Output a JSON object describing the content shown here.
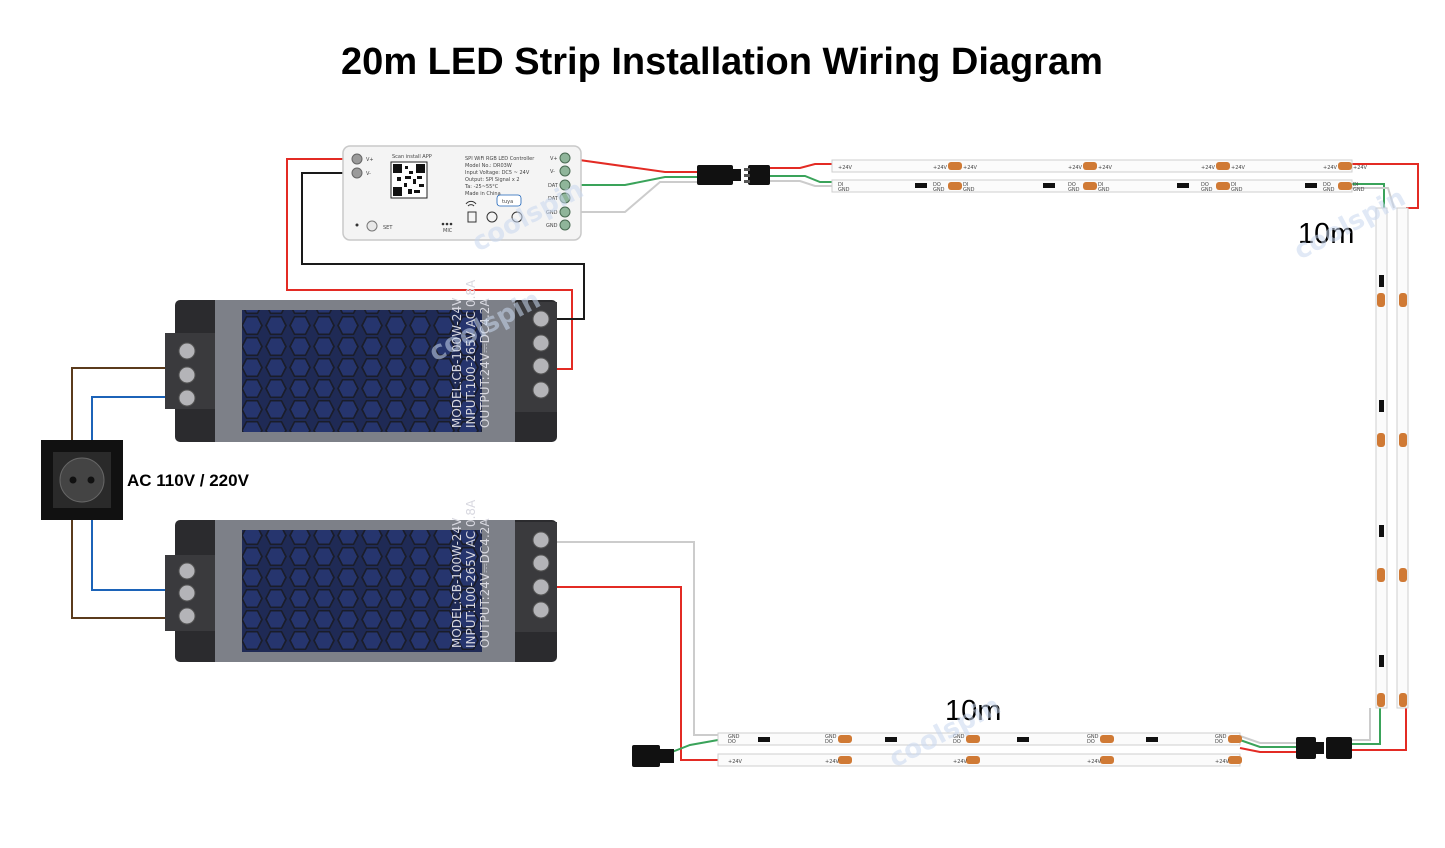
{
  "title": "20m LED Strip Installation Wiring Diagram",
  "labels": {
    "top_strip_length": "10m",
    "bottom_strip_length": "10m",
    "ac_input": "AC 110V / 220V"
  },
  "controller": {
    "scan_text": "Scan install APP",
    "lines": [
      "SPI WiFi RGB LED Controller",
      "Model No.: DR03W",
      "Input Voltage: DC5 ~ 24V",
      "Output: SPI Signal x 2",
      "Ta: -25~55°C",
      "Made in China"
    ],
    "terminals": [
      "V+",
      "V-",
      "DAT",
      "DAT",
      "GND",
      "GND"
    ],
    "set_label": "SET",
    "mic_label": "MIC",
    "brand": "tuya"
  },
  "power_supplies": [
    {
      "model": "MODEL:CB-100W-24V",
      "input": "INPUT:100-265V AC 0.8A",
      "output": "OUTPUT:24V⎓DC4.2A"
    },
    {
      "model": "MODEL:CB-100W-24V",
      "input": "INPUT:100-265V AC 0.8A",
      "output": "OUTPUT:24V⎓DC4.2A"
    }
  ],
  "strip_marks": {
    "plus": "+24V",
    "di": "DI",
    "do": "DO",
    "gnd": "GND"
  },
  "watermark": "coolspin",
  "colors": {
    "red_wire": "#e32b24",
    "black_wire": "#1a1a1a",
    "green_wire": "#3aa35a",
    "white_wire": "#cccccc",
    "brown_wire": "#5b3b1c",
    "blue_wire": "#1c63b8",
    "pad": "#d07a35"
  }
}
